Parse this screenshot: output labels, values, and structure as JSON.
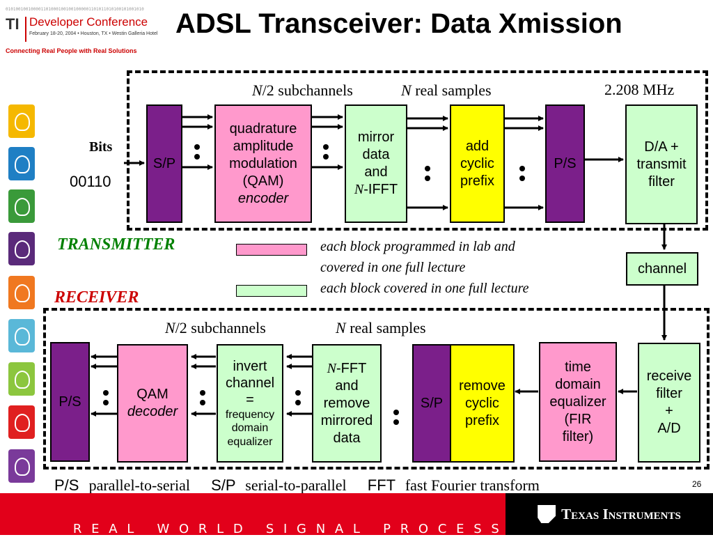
{
  "header": {
    "logo_bits": "0101001001000011010001001001000001101011010100101001010",
    "logo_ti": "TI",
    "logo_title": "Developer Conference",
    "logo_date": "February 18-20, 2004 • Houston, TX • Westin Galleria Hotel",
    "logo_tagline": "Connecting Real People with Real Solutions",
    "title": "ADSL Transceiver: Data Xmission"
  },
  "transmitter": {
    "section_label": "TRANSMITTER",
    "subchannels_n": "N",
    "subchannels_text": "/2 subchannels",
    "samples_n": "N",
    "samples_text": " real samples",
    "freq": "2.208 MHz",
    "bits_label": "Bits",
    "bits_value": "00110",
    "sp": "S/P",
    "qam_l1": "quadrature",
    "qam_l2": "amplitude",
    "qam_l3": "modulation",
    "qam_l4": "(QAM)",
    "qam_l5": "encoder",
    "mirror_l1": "mirror",
    "mirror_l2": "data",
    "mirror_l3": "and",
    "mirror_n": "N",
    "mirror_l4": "-IFFT",
    "cp_l1": "add",
    "cp_l2": "cyclic",
    "cp_l3": "prefix",
    "ps": "P/S",
    "da_l1": "D/A +",
    "da_l2": "transmit",
    "da_l3": "filter"
  },
  "channel": "channel",
  "legend": {
    "pink_line1": "each block programmed in lab and",
    "pink_line2": "covered in one full lecture",
    "green_line1": "each block covered in one full lecture",
    "pink_color": "#ff99cc",
    "green_color": "#ccffcc"
  },
  "receiver": {
    "section_label": "RECEIVER",
    "subchannels_n": "N",
    "subchannels_text": "/2 subchannels",
    "samples_n": "N",
    "samples_text": " real samples",
    "ps": "P/S",
    "qam_l1": "QAM",
    "qam_l2": "decoder",
    "inv_l1": "invert",
    "inv_l2": "channel",
    "inv_l3": "=",
    "inv_l4": "frequency",
    "inv_l5": "domain",
    "inv_l6": "equalizer",
    "fft_n": "N",
    "fft_l1": "-FFT",
    "fft_l2": "and",
    "fft_l3": "remove",
    "fft_l4": "mirrored",
    "fft_l5": "data",
    "sp": "S/P",
    "rcp_l1": "remove",
    "rcp_l2": "cyclic",
    "rcp_l3": "prefix",
    "teq_l1": "time",
    "teq_l2": "domain",
    "teq_l3": "equalizer",
    "teq_l4": "(FIR",
    "teq_l5": "filter)",
    "rf_l1": "receive",
    "rf_l2": "filter",
    "rf_l3": "+",
    "rf_l4": "A/D"
  },
  "footer": {
    "def1_abbr": "P/S",
    "def1_text": "parallel-to-serial",
    "def2_abbr": "S/P",
    "def2_text": "serial-to-parallel",
    "def3_abbr": "FFT",
    "def3_text": "fast Fourier transform",
    "page": "26",
    "bar_text": "R E A L   W O R L D   S I G N A L   P R O C E S S I N G",
    "tm": "™",
    "ti_logo": "Texas Instruments"
  },
  "colors": {
    "purple": "#7b1f8a",
    "pink": "#ff99cc",
    "green": "#ccffcc",
    "yellow": "#ffff00",
    "red_bar": "#e2001a",
    "title_green": "#008000",
    "title_red": "#cc0000",
    "sidebar": [
      "#f5b800",
      "#1f7fc4",
      "#3a9a3a",
      "#5a2a7a",
      "#f07820",
      "#5ab8d8",
      "#8cc63e",
      "#e02020",
      "#7a3a9a"
    ]
  }
}
